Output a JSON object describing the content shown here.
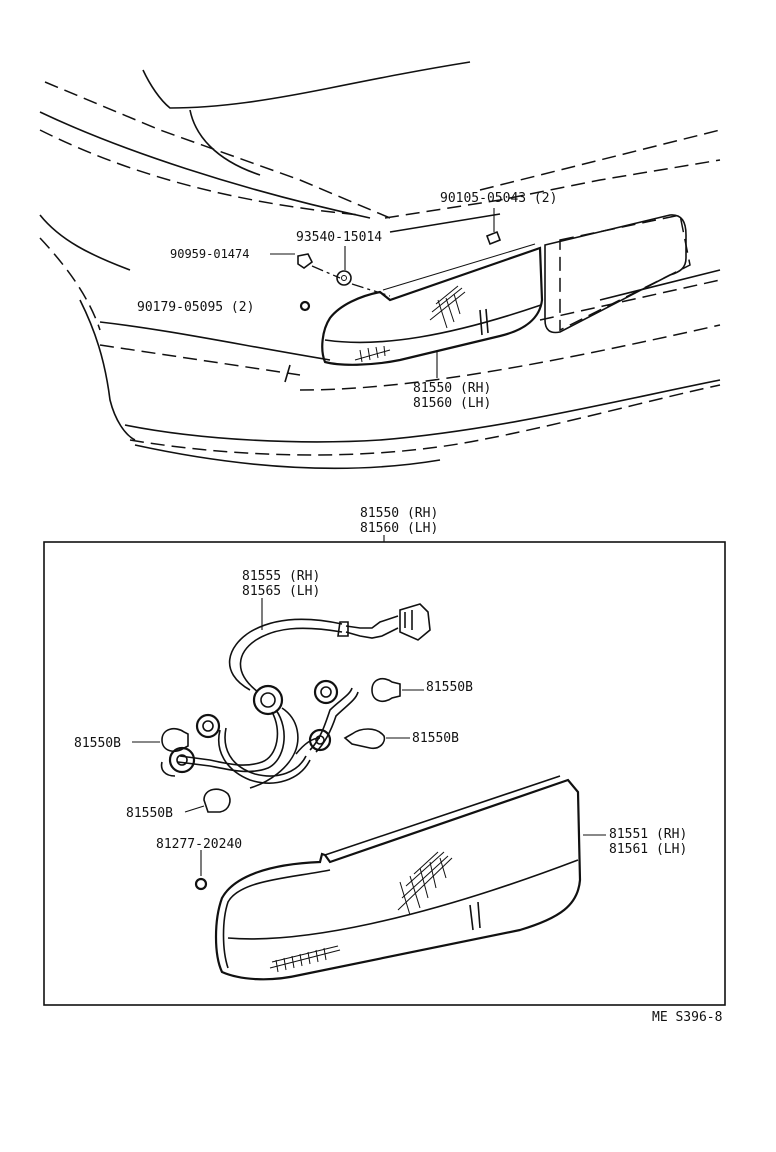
{
  "labels": {
    "upper": {
      "bolt": "90105-05043 (2)",
      "nut": "93540-15014",
      "clip": "90959-01474",
      "grommet": "90179-05095 (2)",
      "lamp_rh": "81550 (RH)",
      "lamp_lh": "81560 (LH)"
    },
    "assembly": {
      "title_rh": "81550 (RH)",
      "title_lh": "81560 (LH)",
      "socket_rh": "81555 (RH)",
      "socket_lh": "81565 (LH)",
      "bulb_a": "81550B",
      "bulb_b": "81550B",
      "bulb_c": "81550B",
      "bulb_d": "81550B",
      "gasket": "81277-20240",
      "lens_rh": "81551 (RH)",
      "lens_lh": "81561 (LH)"
    },
    "code": "ME S396-8"
  }
}
